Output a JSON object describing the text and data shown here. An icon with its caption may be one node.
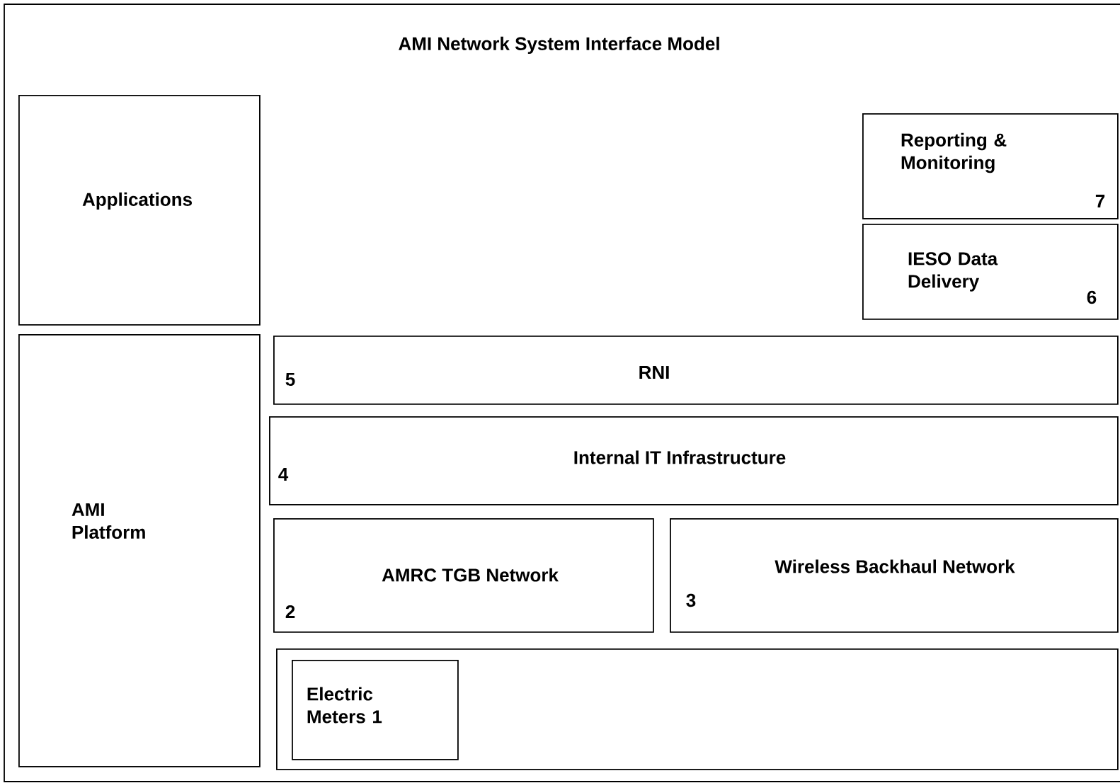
{
  "diagram": {
    "title": "AMI Network System Interface Model",
    "nodes": [
      {
        "text": [
          "Applications"
        ]
      },
      {
        "text": [
          "AMI Platform"
        ]
      },
      {
        "text": [
          "Reporting & Monitoring",
          "7"
        ]
      },
      {
        "text": [
          "IESO Data Delivery",
          "6"
        ]
      },
      {
        "text": [
          "RNI",
          "5"
        ]
      },
      {
        "text": [
          "Internal IT Infrastructure",
          "4"
        ]
      },
      {
        "text": [
          "AMRC TGB Network",
          "2"
        ]
      },
      {
        "text": [
          "Wireless Backhaul Network",
          "3"
        ]
      },
      {
        "text": [],
        "shape": "box"
      },
      {
        "text": [
          "Electric Meters 1"
        ],
        "in": 8
      }
    ]
  }
}
